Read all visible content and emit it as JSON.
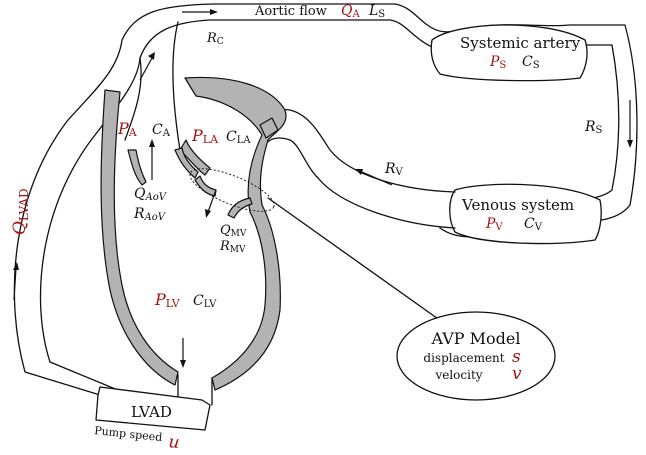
{
  "vessels": {
    "aortic_flow": "Aortic flow",
    "Q": "Q",
    "Q_sub": "A",
    "L": "L",
    "L_sub": "S",
    "R_C": "R",
    "R_C_sub": "C"
  },
  "systemic_artery": {
    "title": "Systemic artery",
    "P": "P",
    "P_sub": "S",
    "C": "C",
    "C_sub": "S",
    "R": "R",
    "R_sub": "S"
  },
  "venous_system": {
    "title": "Venous system",
    "P": "P",
    "P_sub": "V",
    "C": "C",
    "C_sub": "V",
    "R": "R",
    "R_sub": "V"
  },
  "heart": {
    "aorta_P": "P",
    "aorta_P_sub": "A",
    "aorta_C": "C",
    "aorta_C_sub": "A",
    "la_P": "P",
    "la_P_sub": "LA",
    "la_C": "C",
    "la_C_sub": "LA",
    "aov_Q": "Q",
    "aov_Q_sub": "AoV",
    "aov_R": "R",
    "aov_R_sub": "AoV",
    "mv_Q": "Q",
    "mv_Q_sub": "MV",
    "mv_R": "R",
    "mv_R_sub": "MV",
    "lv_P": "P",
    "lv_P_sub": "LV",
    "lv_C": "C",
    "lv_C_sub": "LV"
  },
  "lvad": {
    "label": "LVAD",
    "pump_speed": "Pump speed",
    "u": "u",
    "Q": "Q",
    "Q_sub": "LVAD"
  },
  "avp_model": {
    "title": "AVP Model",
    "displacement": "displacement",
    "s": "s",
    "velocity": "velocity",
    "v": "v"
  }
}
